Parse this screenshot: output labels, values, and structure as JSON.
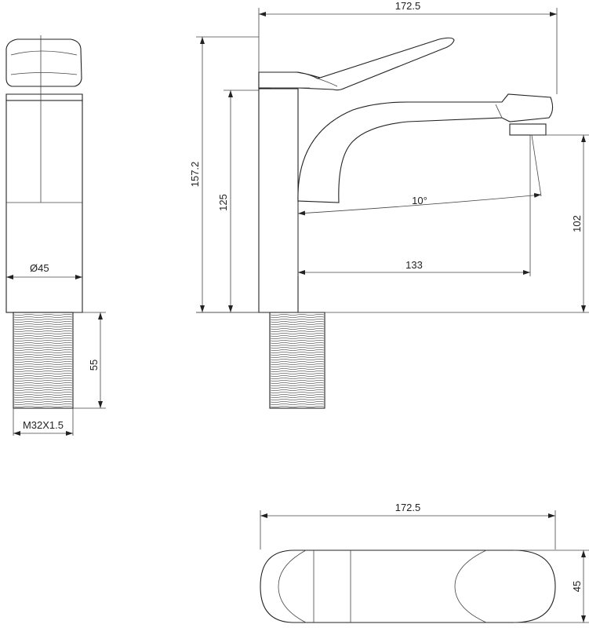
{
  "dimensions": {
    "top_width": "172.5",
    "total_height": "157.2",
    "body_height": "125",
    "spout_angle": "10°",
    "spout_height": "102",
    "spout_reach": "133",
    "diameter": "Ø45",
    "thread_length": "55",
    "thread_spec": "M32X1.5",
    "plan_width": "172.5",
    "plan_depth": "45"
  }
}
